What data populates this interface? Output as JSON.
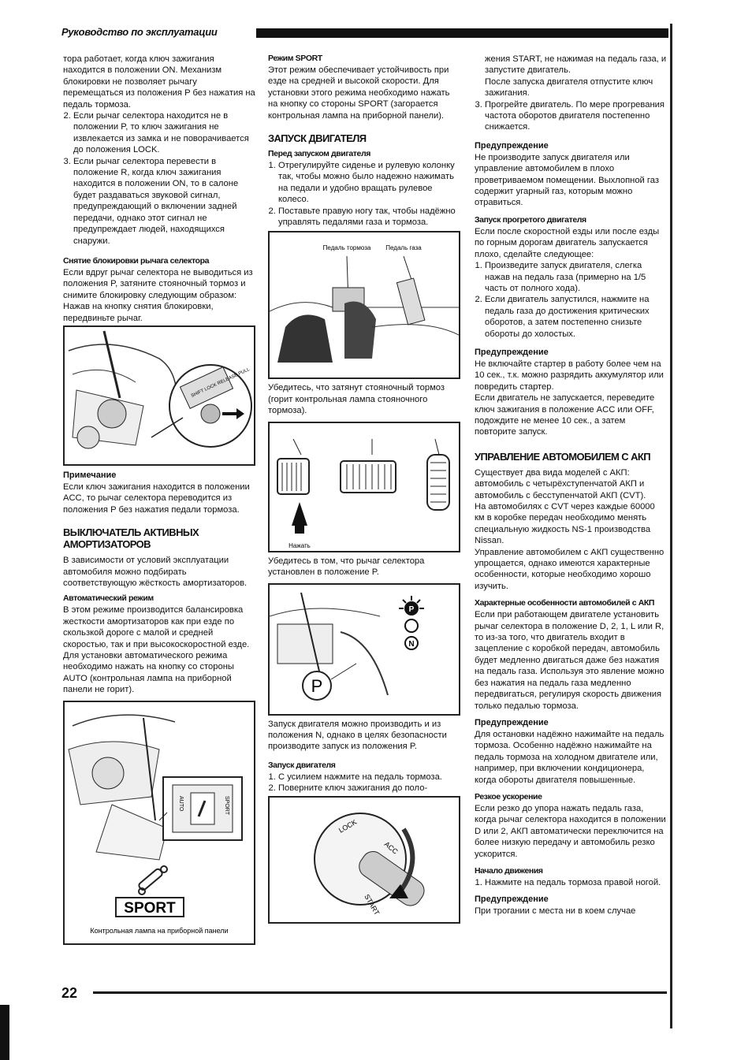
{
  "header": {
    "title": "Руководство по эксплуатации"
  },
  "footer": {
    "page_number": "22"
  },
  "col1": {
    "p_top": "тора работает, когда ключ зажигания находится в положении ON. Механизм блокировки не позволяет рычагу перемещаться из положения P без нажатия на педаль тормоза.",
    "list1": [
      "Если рычаг селектора находится не в положении P, то ключ зажигания не извлекается из замка и не поворачивается до положения LOCK.",
      "Если рычаг селектора перевести в положение R, когда ключ зажигания находится в положении ON, то в салоне будет раздаваться звуковой сигнал, предупреждающий о включении задней передачи, однако этот сигнал не предупреждает людей, находящихся снаружи."
    ],
    "h_unlock": "Снятие блокировки рычага селектора",
    "p_unlock": "Если вдруг рычаг селектора не выводиться из положения P, затяните стояночный тормоз и снимите блокировку следующим образом:",
    "p_unlock2": "Нажав на кнопку снятия блокировки, передвиньте рычаг.",
    "fig1_label": "SHIFT LOCK RELEASE PULL",
    "h_note": "Примечание",
    "p_note": "Если ключ зажигания находится в положении ACC, то рычаг селектора переводится из положения P без нажатия педали тормоза.",
    "h_switch": "Выключатель активных амортизаторов",
    "p_switch": "В зависимости от условий эксплуатации автомобиля можно подбирать соответствующую жёсткость амортизаторов.",
    "h_auto": "Автоматический режим",
    "p_auto": "В этом режиме производится балансировка жесткости амортизаторов как при езде по скользкой дороге с малой и средней скоростью, так и при высокоскоростной езде. Для установки автоматического режима необходимо нажать на кнопку со стороны AUTO (контрольная лампа на приборной панели не горит).",
    "fig2_auto": "AUTO",
    "fig2_sport": "SPORT",
    "fig2_lamp": "SPORT",
    "fig2_caption": "Контрольная лампа на приборной панели"
  },
  "col2": {
    "h_sport": "Режим SPORT",
    "p_sport": "Этот режим обеспечивает устойчивость при езде на средней и высокой скорости. Для установки этого режима необходимо нажать на кнопку со стороны SPORT (загорается контрольная лампа на приборной панели).",
    "h_start": "Запуск двигателя",
    "h_before": "Перед запуском двигателя",
    "list_before": [
      "Отрегулируйте сиденье и рулевую колонку так, чтобы можно было надежно нажимать на педали и удобно вращать рулевое колесо.",
      "Поставьте правую ногу так, чтобы надёжно управлять педалями газа и тормоза."
    ],
    "fig3_label_brake": "Педаль тормоза",
    "fig3_label_gas": "Педаль газа",
    "cap3": "Убедитесь, что затянут стояночный тормоз (горит контрольная лампа стояночного тормоза).",
    "fig4_label": "Нажать",
    "cap4": "Убедитесь в том, что рычаг селектора установлен в положение P.",
    "fig5_p": "P",
    "fig5_n": "N",
    "p_neutral": "Запуск двигателя можно производить и из положения N, однако в целях безопасности производите запуск из положения P.",
    "h_launch": "Запуск двигателя",
    "list_launch": [
      "С усилием нажмите на педаль тормоза.",
      "Поверните ключ зажигания до поло-"
    ],
    "fig6_lock": "LOCK",
    "fig6_acc": "ACC",
    "fig6_start": "START"
  },
  "col3": {
    "p_cont": "жения START, не нажимая на педаль газа, и запустите двигатель.",
    "p_cont2": "После запуска двигателя отпустите ключ зажигания.",
    "list_warm": [
      "Прогрейте двигатель. По мере прогревания частота оборотов двигателя постепенно снижается."
    ],
    "h_warn1": "Предупреждение",
    "p_warn1": "Не производите запуск двигателя или управление автомобилем в плохо проветриваемом помещении. Выхлопной газ содержит угарный газ, которым можно отравиться.",
    "h_warm": "Запуск прогретого двигателя",
    "p_warm": "Если после скоростной езды или после езды по горным дорогам двигатель запускается плохо, сделайте следующее:",
    "list_warmstart": [
      "Произведите запуск двигателя, слегка нажав на педаль газа (примерно на 1/5 часть от полного хода).",
      "Если двигатель запустился, нажмите на педаль газа до достижения критических оборотов, а затем постепенно снизьте обороты до холостых."
    ],
    "h_warn2": "Предупреждение",
    "p_warn2a": "Не включайте стартер в работу более чем на 10 сек., т.к. можно разрядить аккумулятор или повредить стартер.",
    "p_warn2b": "Если двигатель не запускается, переведите ключ зажигания в положение ACC или OFF, подождите не менее 10 сек., а затем повторите запуск.",
    "h_drive": "Управление автомобилем с АКП",
    "p_drive1": "Существует два вида моделей с АКП: автомобиль с четырёхступенчатой АКП и автомобиль с бесступенчатой АКП (CVT).",
    "p_drive2": "На автомобилях с CVT через каждые 60000 км в коробке передач необходимо менять специальную жидкость NS-1 производства Nissan.",
    "p_drive3": "Управление автомобилем с АКП существенно упрощается, однако имеются характерные особенности, которые необходимо хорошо изучить.",
    "h_feat": "Характерные особенности автомобилей с АКП",
    "p_feat": "Если при работающем двигателе установить рычаг селектора в положение D, 2, 1, L или R, то из-за того, что двигатель входит в зацепление с коробкой передач, автомобиль будет медленно двигаться даже без нажатия на педаль газа. Используя это явление можно без нажатия на педаль газа медленно передвигаться, регулируя скорость движения только педалью тормоза.",
    "h_warn3": "Предупреждение",
    "p_warn3": "Для остановки надёжно нажимайте на педаль тормоза. Особенно надёжно нажимайте на педаль тормоза на холодном двигателе или, например, при включении кондиционера, когда обороты двигателя повышенные.",
    "h_accel": "Резкое ускорение",
    "p_accel": "Если резко до упора нажать педаль газа, когда рычаг селектора находится в положении D или 2, АКП автоматически переключится на более низкую передачу и автомобиль резко ускорится.",
    "h_move": "Начало движения",
    "list_move": [
      "Нажмите на педаль тормоза правой ногой."
    ],
    "h_warn4": "Предупреждение",
    "p_warn4": "При трогании с места ни в коем случае"
  }
}
